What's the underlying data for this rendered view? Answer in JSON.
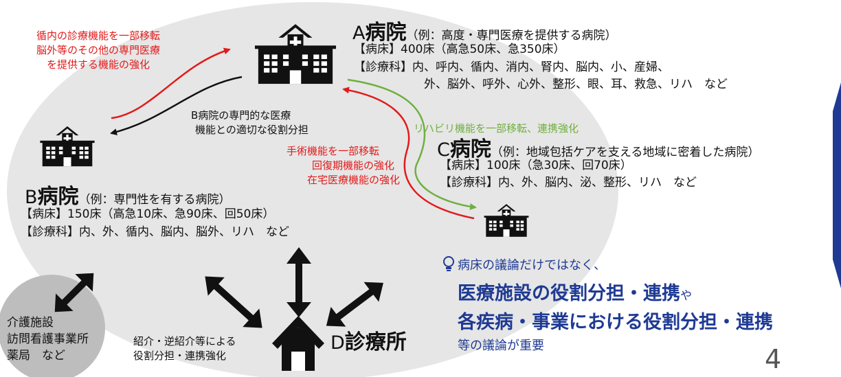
{
  "hospital_a": {
    "letter": "A",
    "label": "病院",
    "example": "（例：高度・専門医療を提供する病院）",
    "beds": "【病床】400床（高急50床、急350床）",
    "departments_1": "【診療科】内、呼内、循内、消内、腎内、脳内、小、産婦、",
    "departments_2": "外、脳外、呼外、心外、整形、眼、耳、救急、リハ　など"
  },
  "hospital_b": {
    "letter": "B",
    "label": "病院",
    "example": "（例：専門性を有する病院）",
    "beds": "【病床】150床（高急10床、急90床、回50床）",
    "departments": "【診療科】内、外、循内、脳内、脳外、リハ　など"
  },
  "hospital_c": {
    "letter": "C",
    "label": "病院",
    "example": "（例：地域包括ケアを支える地域に密着した病院）",
    "beds": "【病床】100床（急30床、回70床）",
    "departments": "【診療科】内、外、脳内、泌、整形、リハ　など"
  },
  "clinic_d": {
    "letter": "D",
    "label": "診療所"
  },
  "notes": {
    "a_to_b_red": [
      "循内の診療機能を一部移転",
      "脳外等のその他の専門医療",
      "を提供する機能の強化"
    ],
    "b_role": [
      "B病院の専門的な医療",
      "機能との適切な役割分担"
    ],
    "c_green": "リハビリ機能を一部移転、連携強化",
    "c_to_a_red": [
      "手術機能を一部移転",
      "回復期機能の強化",
      "在宅医療機能の強化"
    ],
    "clinic_note": [
      "紹介・逆紹介等による",
      "役割分担・連携強化"
    ]
  },
  "care": {
    "lines": [
      "介護施設",
      "訪問看護事業所",
      "薬局　など"
    ]
  },
  "message": {
    "intro": "病床の議論だけではなく、",
    "line1_bold": "医療施設の役割分担・連携",
    "line1_suffix": "や",
    "line2_bold": "各疾病・事業における役割分担・連携",
    "line3": "等の議論が重要"
  },
  "page_number": "4",
  "colors": {
    "red": "#e21a1a",
    "green": "#6fb03f",
    "blue": "#1f3a93",
    "ellipse": "#e6e6e6",
    "care_circle": "#bdbdbd",
    "side_tab": "#1f3a93"
  },
  "icons": {
    "hospital": "hospital-icon",
    "clinic": "house-icon",
    "idea": "lightbulb-icon"
  }
}
